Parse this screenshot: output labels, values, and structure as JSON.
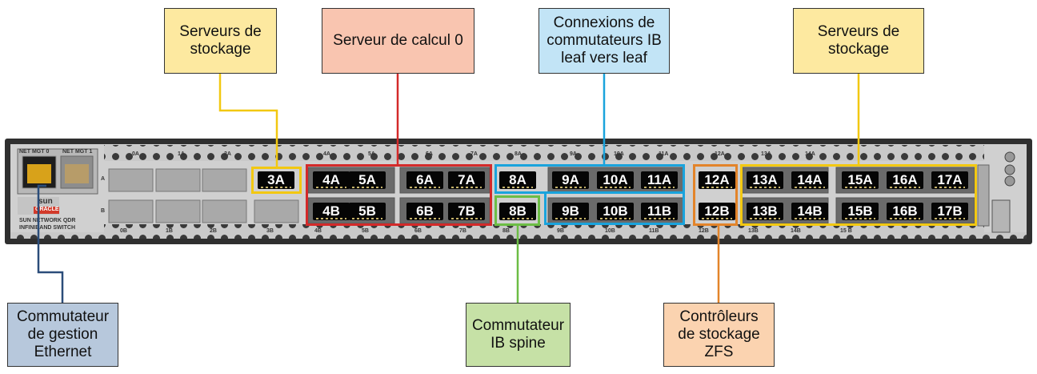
{
  "callouts": [
    {
      "id": "serveurs-stockage-gauche",
      "text": "Serveurs de\nstockage"
    },
    {
      "id": "serveur-calcul",
      "text": "Serveur de calcul 0"
    },
    {
      "id": "connexions-ib",
      "text": "Connexions de\ncommutateurs IB\nleaf vers leaf"
    },
    {
      "id": "serveurs-stockage-droite",
      "text": "Serveurs de\nstockage"
    },
    {
      "id": "commutateur-gestion",
      "text": "Commutateur\nde gestion\nEthernet"
    },
    {
      "id": "commutateur-spine",
      "text": "Commutateur\nIB spine"
    },
    {
      "id": "controleurs-zfs",
      "text": "Contrôleurs\nde stockage\nZFS"
    }
  ],
  "colors": {
    "yellow_fill": "#fde9a0",
    "salmon_fill": "#f9c5b0",
    "blue_fill": "#c2e4f6",
    "steel_fill": "#b7c8dc",
    "green_fill": "#c6e1a6",
    "orange_fill": "#fbd3b0",
    "yellow_line": "#f2c811",
    "red_line": "#d42a2a",
    "blue_line": "#1aa3dc",
    "navy_line": "#2b4d7a",
    "green_line": "#6cbd45",
    "orange_line": "#e3842a"
  },
  "ports_top": [
    "3A",
    "4A",
    "5A",
    "6A",
    "7A",
    "8A",
    "9A",
    "10A",
    "11A",
    "12A",
    "13A",
    "14A",
    "15A",
    "16A",
    "17A"
  ],
  "ports_bottom": [
    "4B",
    "5B",
    "6B",
    "7B",
    "8B",
    "9B",
    "10B",
    "11B",
    "12B",
    "13B",
    "14B",
    "15B",
    "16B",
    "17B"
  ],
  "chassis": {
    "net_mgt_0": "NET MGT 0",
    "net_mgt_1": "NET MGT 1",
    "brand_sun": "sun",
    "brand_oracle": "ORACLE",
    "model_line1": "SUN NETWORK QDR",
    "model_line2": "INFINIBAND SWITCH",
    "row_a": "A",
    "row_b": "B",
    "top_small_labels": [
      "0A",
      "1A",
      "2A",
      "4A",
      "5A",
      "6A",
      "7A",
      "8A",
      "9A",
      "10A",
      "11A",
      "12A",
      "13A",
      "14A"
    ],
    "bottom_small_labels": [
      "0B",
      "1B",
      "2B",
      "3B",
      "4B",
      "5B",
      "6B",
      "7B",
      "8B",
      "9B",
      "10B",
      "11B",
      "12B",
      "13B",
      "14B",
      "15 B"
    ]
  }
}
